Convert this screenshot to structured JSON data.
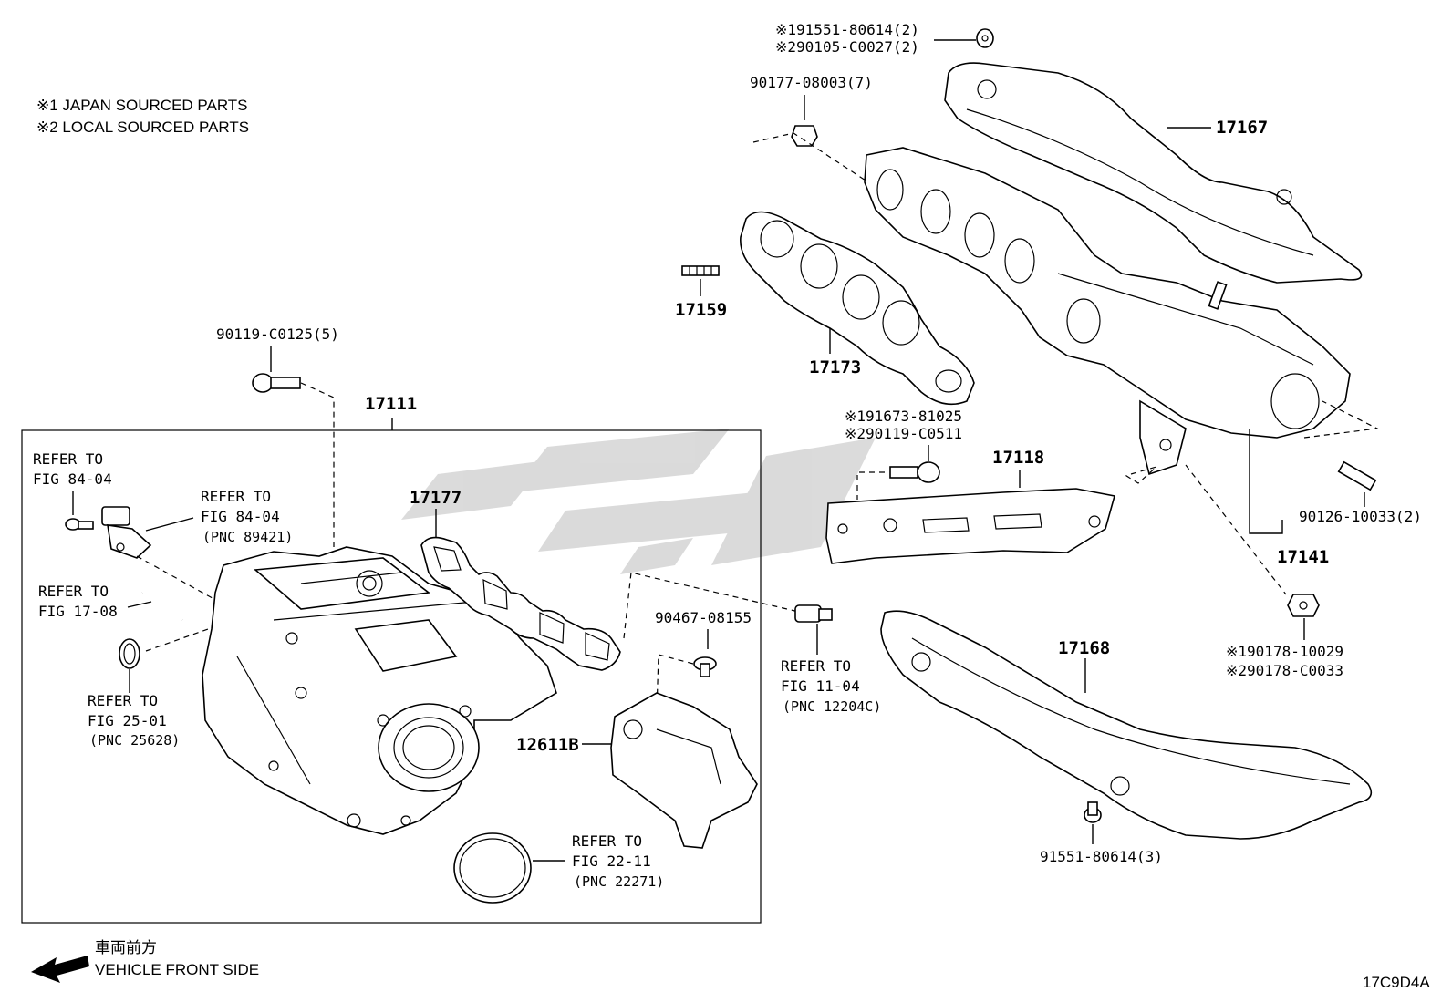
{
  "notes": {
    "japan": "※1 JAPAN SOURCED PARTS",
    "local": "※2 LOCAL SOURCED PARTS"
  },
  "callouts": {
    "p17167": "17167",
    "p17159": "17159",
    "p17173": "17173",
    "p17111": "17111",
    "p17177": "17177",
    "p17118": "17118",
    "p17141": "17141",
    "p17168": "17168",
    "p12611b": "12611B",
    "bolt_90177": "90177-08003(7)",
    "bolt_90119": "90119-C0125(5)",
    "stud_90126": "90126-10033(2)",
    "grommet_90467": "90467-08155",
    "bolt_91551": "91551-80614(3)",
    "top_1": "※191551-80614(2)",
    "top_2": "※290105-C0027(2)",
    "mid_1": "※191673-81025",
    "mid_2": "※290119-C0511",
    "nut_1": "※190178-10029",
    "nut_2": "※290178-C0033"
  },
  "references": {
    "r1_line1": "REFER TO",
    "r1_line2": "FIG 84-04",
    "r2_line1": "REFER TO",
    "r2_line2": "FIG 84-04",
    "r2_pnc": "(PNC 89421)",
    "r3_line1": "REFER TO",
    "r3_line2": "FIG 17-08",
    "r4_line1": "REFER TO",
    "r4_line2": "FIG 25-01",
    "r4_pnc": "(PNC 25628)",
    "r5_line1": "REFER TO",
    "r5_line2": "FIG 11-04",
    "r5_pnc": "(PNC 12204C)",
    "r6_line1": "REFER TO",
    "r6_line2": "FIG 22-11",
    "r6_pnc": "(PNC 22271)"
  },
  "footer": {
    "direction_jp": "車両前方",
    "direction_en": "VEHICLE FRONT SIDE",
    "figure_code": "17C9D4A"
  },
  "colors": {
    "line": "#000000",
    "watermark": "#bdbdbd"
  }
}
